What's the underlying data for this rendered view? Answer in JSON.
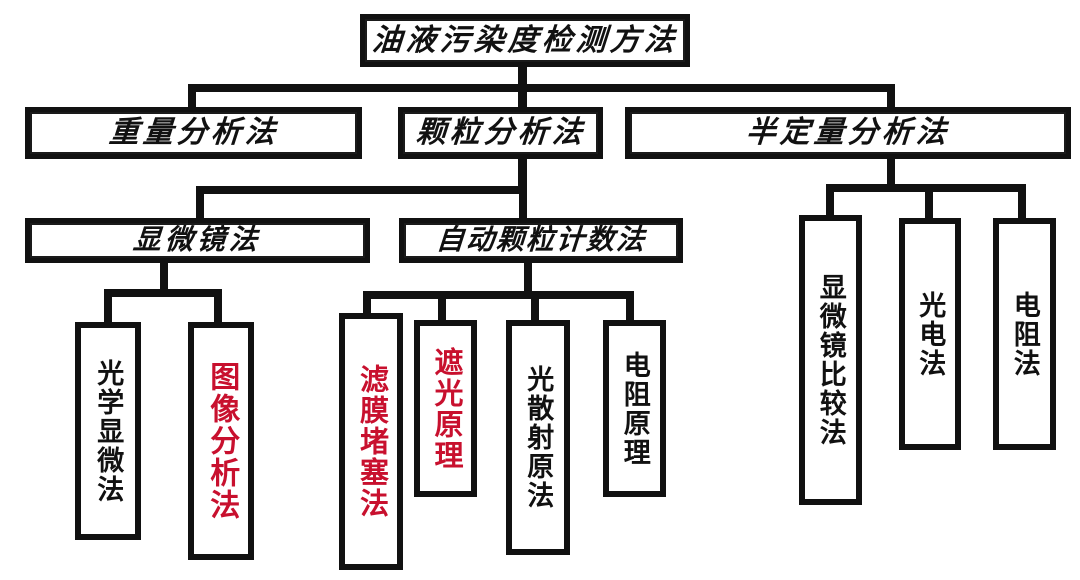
{
  "diagram": {
    "title": "油液污染度检测方法",
    "colors": {
      "ink": "#111111",
      "accent_red": "#c8102e",
      "paper": "#ffffff"
    },
    "root": {
      "label": "油液污染度检测方法"
    },
    "level2": [
      {
        "label": "重量分析法"
      },
      {
        "label": "颗粒分析法"
      },
      {
        "label": "半定量分析法"
      }
    ],
    "level3": [
      {
        "label": "显微镜法"
      },
      {
        "label": "自动颗粒计数法"
      }
    ],
    "leaves_microscope": [
      {
        "label": "光学显微法",
        "color": "black"
      },
      {
        "label": "图像分析法",
        "color": "red"
      }
    ],
    "leaves_auto_counter": [
      {
        "label": "滤膜堵塞法",
        "color": "red"
      },
      {
        "label": "遮光原理",
        "color": "red"
      },
      {
        "label": "光散射原法",
        "color": "black"
      },
      {
        "label": "电阻原理",
        "color": "black"
      }
    ],
    "leaves_semiquant": [
      {
        "label": "显微镜比较法",
        "color": "black"
      },
      {
        "label": "光电法",
        "color": "black"
      },
      {
        "label": "电阻法",
        "color": "black"
      }
    ]
  }
}
